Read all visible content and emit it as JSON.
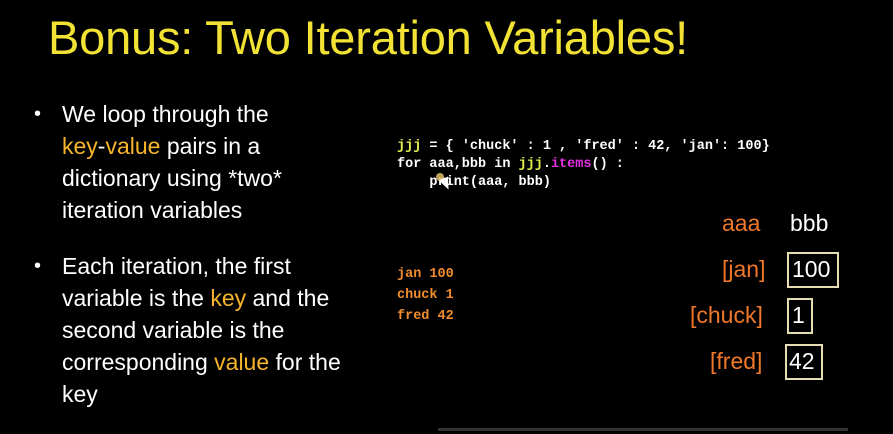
{
  "title": "Bonus: Two Iteration Variables!",
  "bullets": {
    "b1": {
      "t1": "We loop through the",
      "key": "key",
      "dash": "-",
      "value": "value",
      "t2": " pairs in a dictionary using *two* iteration variables"
    },
    "b2": {
      "t1": "Each iteration, the first variable is the ",
      "key": "key",
      "t2": " and the second variable is the corresponding ",
      "value": "value",
      "t3": " for the key"
    },
    "bullet_char": "•"
  },
  "code": {
    "line1_var": "jjj",
    "line1_rest": " = { 'chuck' : 1 , 'fred' : 42, 'jan': 100}",
    "line2_kw": "for ",
    "line2_vars": "aaa,bbb in ",
    "line2_obj": "jjj",
    "line2_dot": ".",
    "line2_fn": "items",
    "line2_end": "() :",
    "line3": "    print(aaa, bbb)"
  },
  "output": [
    "jan 100",
    "chuck 1",
    "fred 42"
  ],
  "table": {
    "header_key": "aaa",
    "header_val": "bbb",
    "rows": [
      {
        "key": "[jan]",
        "val": "100"
      },
      {
        "key": "[chuck]",
        "val": "1"
      },
      {
        "key": "[fred]",
        "val": "42"
      }
    ]
  },
  "colors": {
    "title": "#f2e234",
    "highlight": "#f7b52d",
    "key": "#f0782b",
    "code_var": "#e4ee4c",
    "code_fn": "#e232e2"
  }
}
